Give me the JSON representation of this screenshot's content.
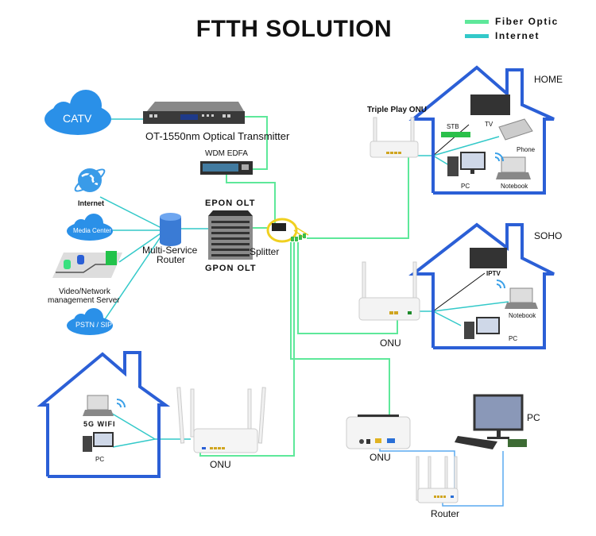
{
  "title": "FTTH SOLUTION",
  "legend": [
    {
      "label": "Fiber Optic",
      "color": "#5ee89a"
    },
    {
      "label": "Internet",
      "color": "#33c9c9"
    }
  ],
  "colors": {
    "fiber": "#5ee89a",
    "internet": "#33c9c9",
    "lan": "#5aaaf0",
    "house": "#2b5fd6",
    "cloud": "#2a90e8"
  },
  "headend": {
    "catv": "CATV",
    "transmitter": "OT-1550nm Optical Transmitter",
    "edfa": "WDM EDFA",
    "epon": "EPON OLT",
    "gpon": "GPON OLT",
    "splitter": "Splitter",
    "router_line1": "Multi-Service",
    "router_line2": "Router"
  },
  "sources": {
    "internet": "Internet",
    "media": "Media Center",
    "server_line1": "Video/Network",
    "server_line2": "management Server",
    "pstn": "PSTN / SIP"
  },
  "home": {
    "label": "HOME",
    "onu": "Triple Play ONU",
    "stb": "STB",
    "tv": "TV",
    "phone": "Phone",
    "pc": "PC",
    "notebook": "Notebook"
  },
  "soho": {
    "label": "SOHO",
    "onu": "ONU",
    "iptv": "IPTV",
    "notebook": "Notebook",
    "pc": "PC"
  },
  "wifi_home": {
    "onu": "ONU",
    "wifi": "5G WIFI",
    "pc": "PC"
  },
  "office": {
    "onu": "ONU",
    "pc": "PC",
    "router": "Router"
  }
}
